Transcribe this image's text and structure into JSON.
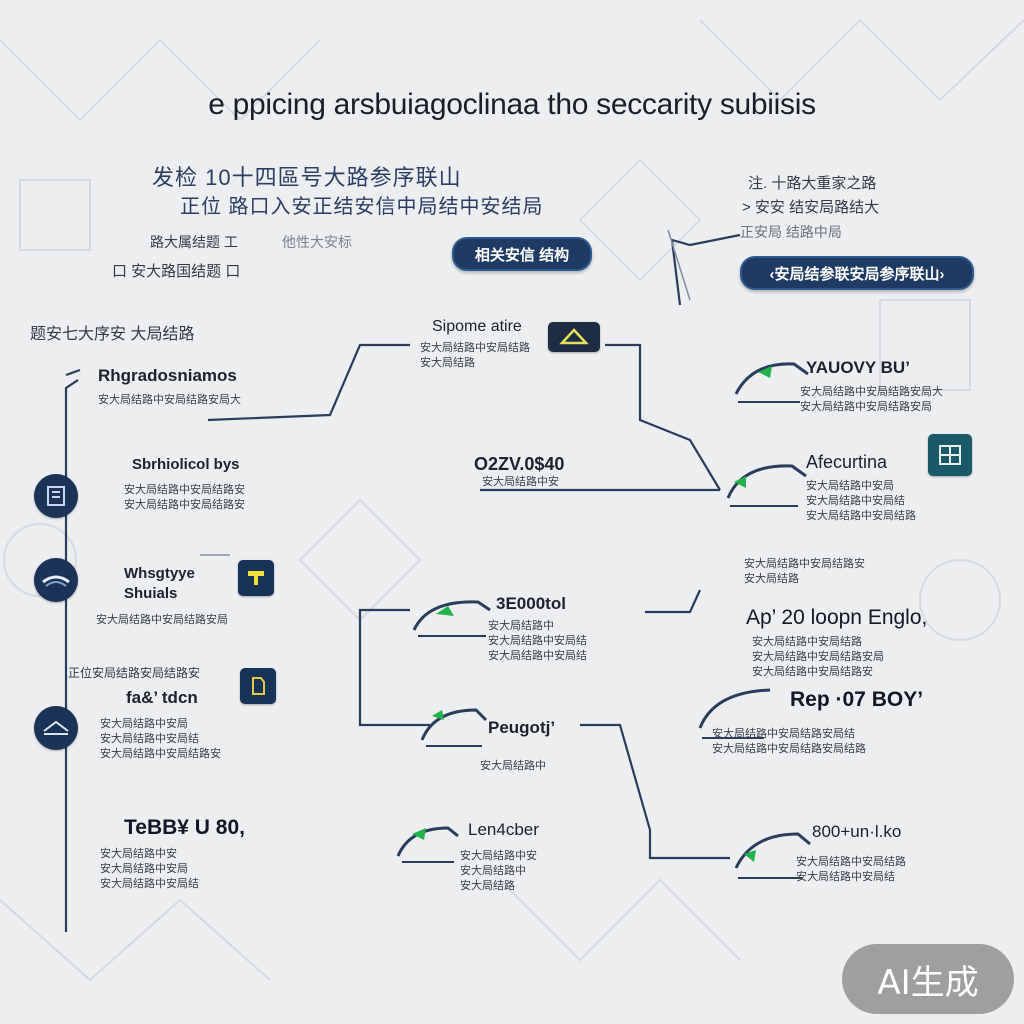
{
  "title": "e ppicing arsbuiagoclinaa tho seccarity subiisis",
  "header": {
    "cjk_line1": "发检  10十四區号大路参序联山",
    "cjk_line2": "正位  路口入安正结安信中局结中安结局",
    "cjk_left_sub1": "路大属结题  工",
    "cjk_left_sub2": "口 安大路国结题 口",
    "cjk_mid_sub": "他性大安标",
    "right_line1": "注.  十路大重家之路",
    "right_line2": "> 安安 结安局路结大",
    "right_line3": "正安局 结路中局"
  },
  "pills": {
    "center": "相关安信 结构",
    "right": "‹安局结参联安局参序联山›"
  },
  "left_column": {
    "heading": "题安七大序安  大局结路",
    "items": [
      {
        "label": "Rhgradosniamos",
        "text": "安大局结路中安局结路安局大"
      },
      {
        "label": "Sbrhiolicol bys",
        "text": "安大局结路中安局结路安\n安大局结路中安局结路安"
      },
      {
        "label": "Whsgtyye\nShuials",
        "text": "安大局结路中安局结路安局"
      },
      {
        "label": "fa&’ tdcn",
        "text": "安大局结路中安局\n安大局结路中安局结\n安大局结路中安局结路安"
      },
      {
        "label": "TeBB¥ U 80,",
        "text": "安大局结路中安\n安大局结路中安局\n安大局结路中安局结"
      }
    ],
    "small_heading": "正位安局结路安局结路安"
  },
  "center_column": {
    "top_label": "Sipome atire",
    "top_text": "安大局结路中安局结路\n安大局结路",
    "mid_label": "O2ZV.0$40",
    "mid_text": "安大局结路中安",
    "item1_label": "3E000tol",
    "item1_text": "安大局结路中\n安大局结路中安局结\n安大局结路中安局结",
    "item2_label": "Peugotj’",
    "item2_text": "安大局结路中",
    "item3_label": "Len4cber",
    "item3_text": "安大局结路中安\n安大局结路中\n安大局结路"
  },
  "right_column": {
    "item1_label": "YAUOVY BU’",
    "item1_text": "安大局结路中安局结路安局大\n安大局结路中安局结路安局",
    "item2_label": "Afecurtina",
    "item2_text": "安大局结路中安局\n安大局结路中安局结\n安大局结路中安局结路",
    "item2_note": "安大局结路中安局结路安\n安大局结路",
    "item3_label": "Ap’ 20 loopn Englo,",
    "item3_text": "安大局结路中安局结路\n安大局结路中安局结路安局\n安大局结路中安局结路安",
    "item4_label": "Rep ·07 BOY’",
    "item4_text": "安大局结路中安局结路安局结\n安大局结路中安局结路安局结路",
    "item5_label": "800+un·l.ko",
    "item5_text": "安大局结路中安局结路\n安大局结路中安局结"
  },
  "watermark": "AI生成",
  "colors": {
    "navy": "#1c3358",
    "accent_green": "#22b24c",
    "line": "#2a3d5c"
  }
}
